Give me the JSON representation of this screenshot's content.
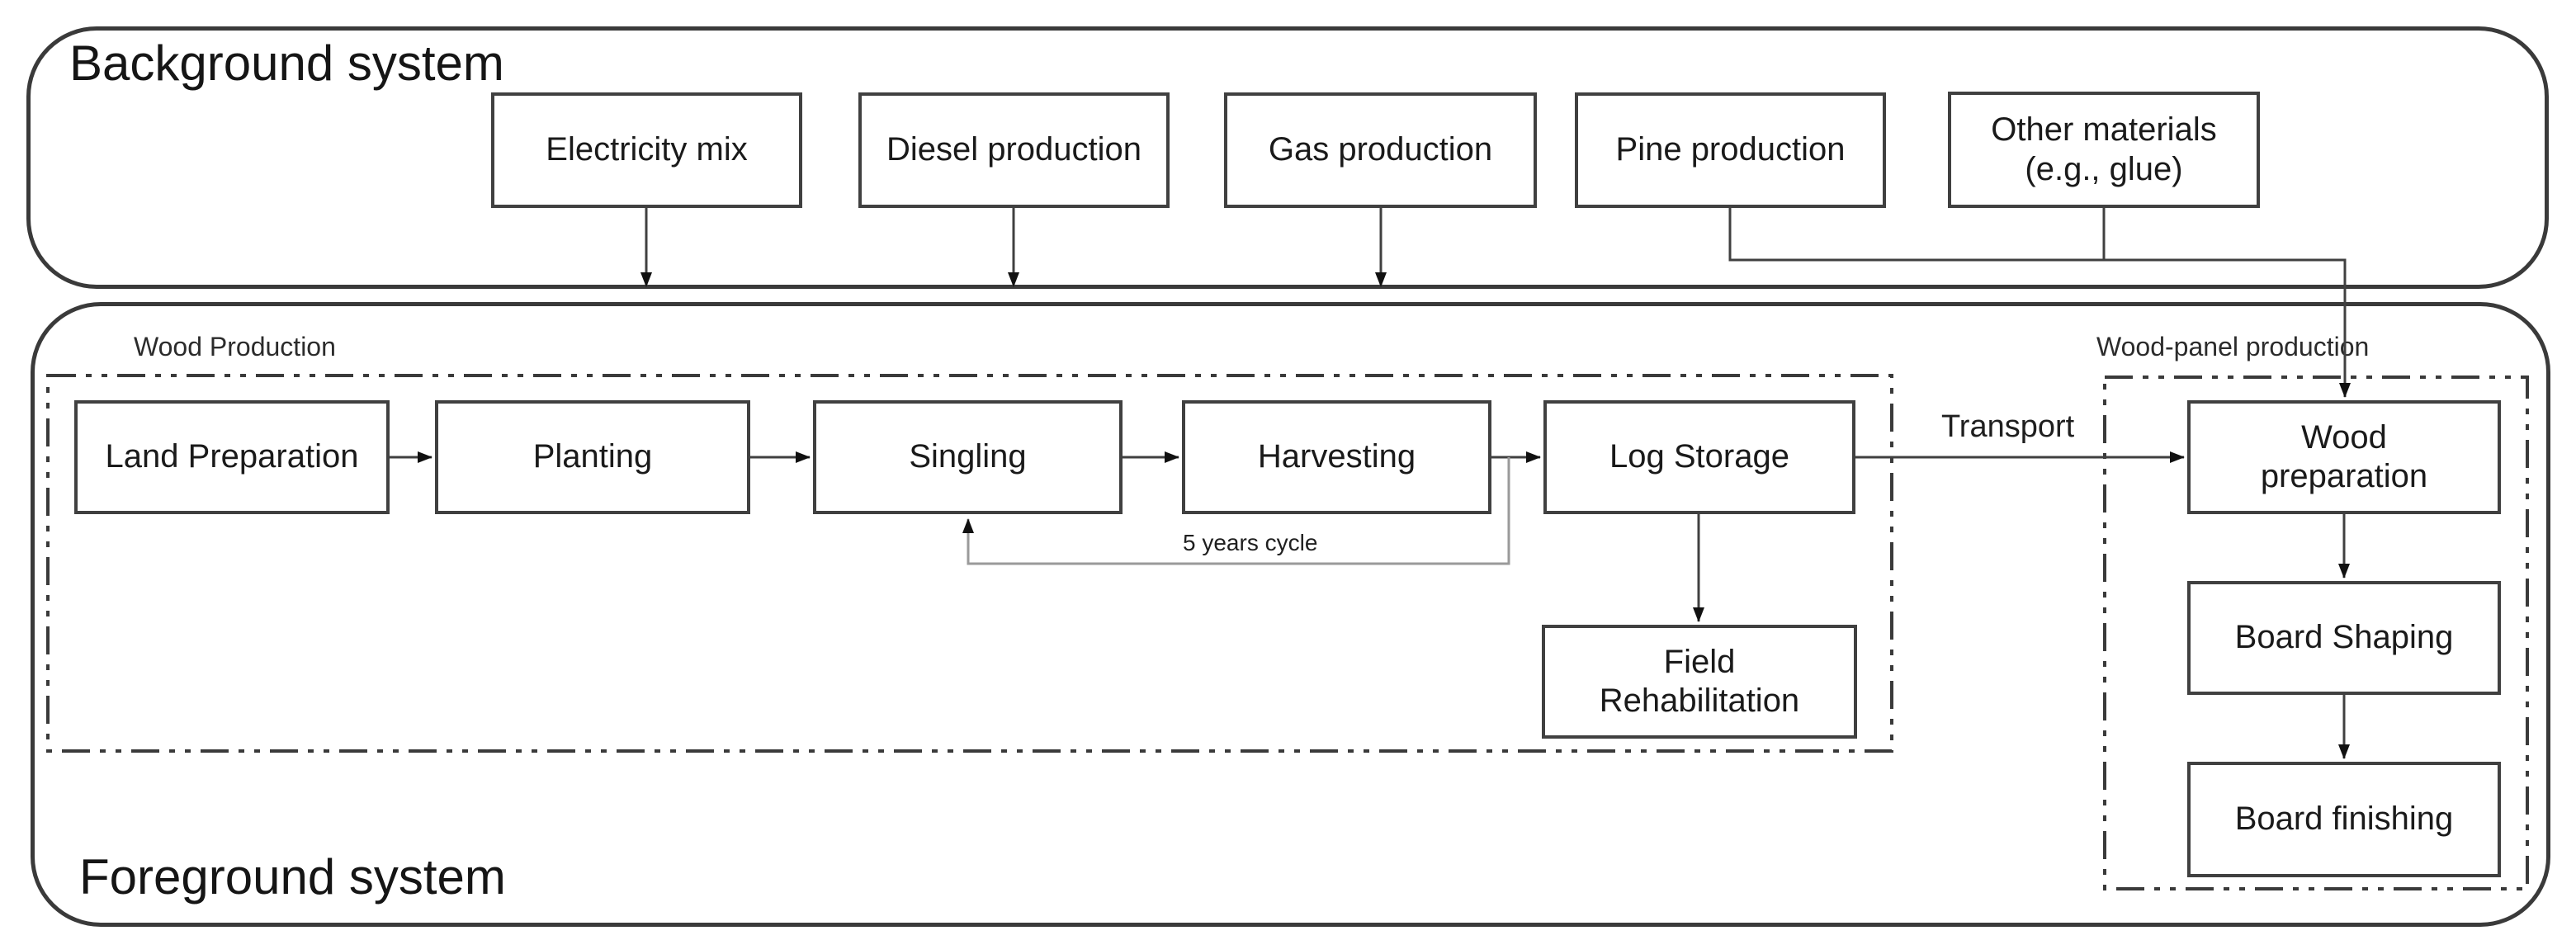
{
  "background_system": {
    "label": "Background system",
    "boxes": [
      {
        "label": "Electricity mix"
      },
      {
        "label": "Diesel production"
      },
      {
        "label": "Gas production"
      },
      {
        "label": "Pine production"
      },
      {
        "label": "Other materials (e.g., glue)"
      }
    ]
  },
  "foreground_system": {
    "label": "Foreground system",
    "sections": {
      "wood_production": {
        "label": "Wood Production"
      },
      "wood_panel_production": {
        "label": "Wood-panel production"
      }
    },
    "process_boxes": {
      "land_preparation": "Land Preparation",
      "planting": "Planting",
      "singling": "Singling",
      "harvesting": "Harvesting",
      "log_storage": "Log Storage",
      "field_rehabilitation": "Field Rehabilitation",
      "wood_preparation": "Wood preparation",
      "board_shaping": "Board Shaping",
      "board_finishing": "Board finishing"
    },
    "flow_labels": {
      "transport": "Transport",
      "cycle": "5 years cycle"
    }
  },
  "colors": {
    "line": "#404040",
    "loop_line": "#9a9a9a",
    "border": "#3a3a3a",
    "text": "#1a1a1a"
  }
}
